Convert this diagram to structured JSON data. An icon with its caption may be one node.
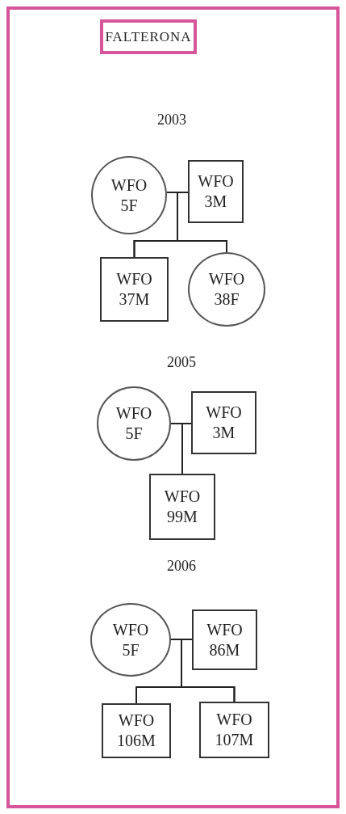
{
  "diagram": {
    "nodes": [
      {
        "text": [
          "FALTERONA"
        ]
      },
      {
        "text": [
          "WFO 5F"
        ]
      },
      {
        "text": [
          "WFO 3M"
        ]
      },
      {
        "text": [
          "WFO 37M"
        ]
      },
      {
        "text": [
          "WFO 38F"
        ]
      },
      {
        "text": [
          "WFO 5F"
        ]
      },
      {
        "text": [
          "WFO 3M"
        ]
      },
      {
        "text": [
          "WFO 99M"
        ]
      },
      {
        "text": [
          "WFO 5F"
        ]
      },
      {
        "text": [
          "WFO 86M"
        ]
      },
      {
        "text": [
          "WFO 106M"
        ]
      },
      {
        "text": [
          "WFO 107M"
        ]
      }
    ],
    "edges": [
      {
        "from": 1,
        "to": 2,
        "arrow": "none"
      },
      {
        "from": 1,
        "to": 3,
        "arrow": "none"
      },
      {
        "from": 2,
        "to": 3,
        "arrow": "none"
      },
      {
        "from": 1,
        "to": 4,
        "arrow": "none"
      },
      {
        "from": 2,
        "to": 4,
        "arrow": "none"
      },
      {
        "from": 5,
        "to": 6,
        "arrow": "none"
      },
      {
        "from": 5,
        "to": 7,
        "arrow": "none"
      },
      {
        "from": 6,
        "to": 7,
        "arrow": "none"
      },
      {
        "from": 8,
        "to": 9,
        "arrow": "none"
      },
      {
        "from": 8,
        "to": 10,
        "arrow": "none"
      },
      {
        "from": 9,
        "to": 10,
        "arrow": "none"
      },
      {
        "from": 8,
        "to": 11,
        "arrow": "none"
      },
      {
        "from": 9,
        "to": 11,
        "arrow": "none"
      }
    ],
    "labels": [
      "2003",
      "2005",
      "2006"
    ]
  }
}
